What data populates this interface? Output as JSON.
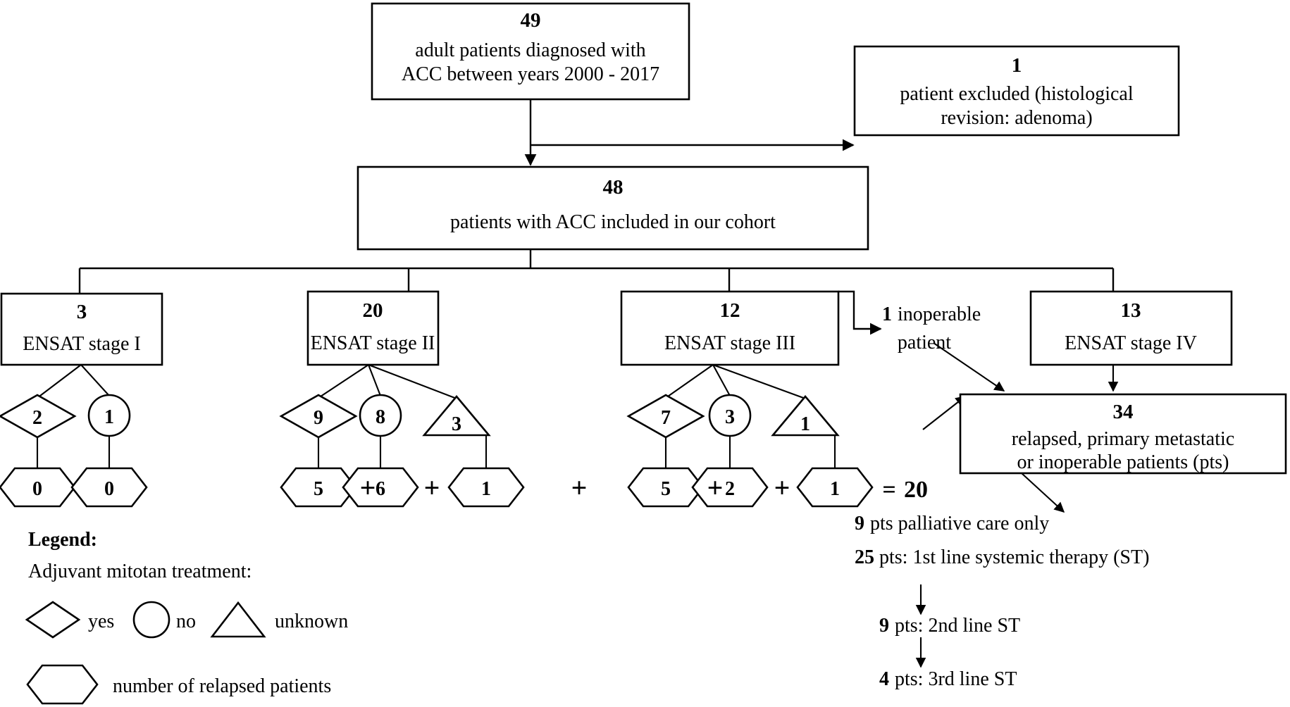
{
  "diagram": {
    "title": "ACC patient cohort flowchart",
    "stroke_color": "#000000",
    "background_color": "#ffffff",
    "boxes": {
      "screened": {
        "count": "49",
        "line1": "adult patients diagnosed with",
        "line2": "ACC between years 2000 - 2017"
      },
      "excluded": {
        "count": "1",
        "line1": "patient excluded (histological",
        "line2": "revision: adenoma)"
      },
      "included": {
        "count": "48",
        "line1": "patients with ACC included in our cohort"
      },
      "stage1": {
        "count": "3",
        "label": "ENSAT stage I"
      },
      "stage2": {
        "count": "20",
        "label": "ENSAT stage II"
      },
      "stage3": {
        "count": "12",
        "label": "ENSAT stage III"
      },
      "stage4": {
        "count": "13",
        "label": "ENSAT stage IV"
      },
      "relapsed": {
        "count": "34",
        "line1": "relapsed, primary metastatic",
        "line2": "or inoperable patients (pts)"
      }
    },
    "inoperable_note": {
      "count": "1",
      "word": "inoperable",
      "line2": "patient"
    },
    "stage1_branches": [
      {
        "shape": "diamond",
        "value": "2",
        "relapsed": "0"
      },
      {
        "shape": "circle",
        "value": "1",
        "relapsed": "0"
      }
    ],
    "stage2_branches": [
      {
        "shape": "diamond",
        "value": "9",
        "relapsed": "5"
      },
      {
        "shape": "circle",
        "value": "8",
        "relapsed": "6"
      },
      {
        "shape": "triangle",
        "value": "3",
        "relapsed": "1"
      }
    ],
    "stage3_branches": [
      {
        "shape": "diamond",
        "value": "7",
        "relapsed": "5"
      },
      {
        "shape": "circle",
        "value": "3",
        "relapsed": "2"
      },
      {
        "shape": "triangle",
        "value": "1",
        "relapsed": "1"
      }
    ],
    "plus_symbol": "+",
    "sum": {
      "equals": "=",
      "total": "20"
    },
    "therapy_lines": [
      {
        "count": "9",
        "text": "pts palliative care only"
      },
      {
        "count": "25",
        "text": "pts: 1st line systemic therapy (ST)"
      },
      {
        "count": "9",
        "text": "pts:  2nd line ST"
      },
      {
        "count": "4",
        "text": "pts:  3rd line ST"
      }
    ],
    "legend": {
      "title": "Legend:",
      "subtitle": "Adjuvant mitotan treatment:",
      "items": [
        {
          "shape": "diamond",
          "label": "yes"
        },
        {
          "shape": "circle",
          "label": "no"
        },
        {
          "shape": "triangle",
          "label": "unknown"
        }
      ],
      "hexagon_label": "number of relapsed patients"
    }
  }
}
